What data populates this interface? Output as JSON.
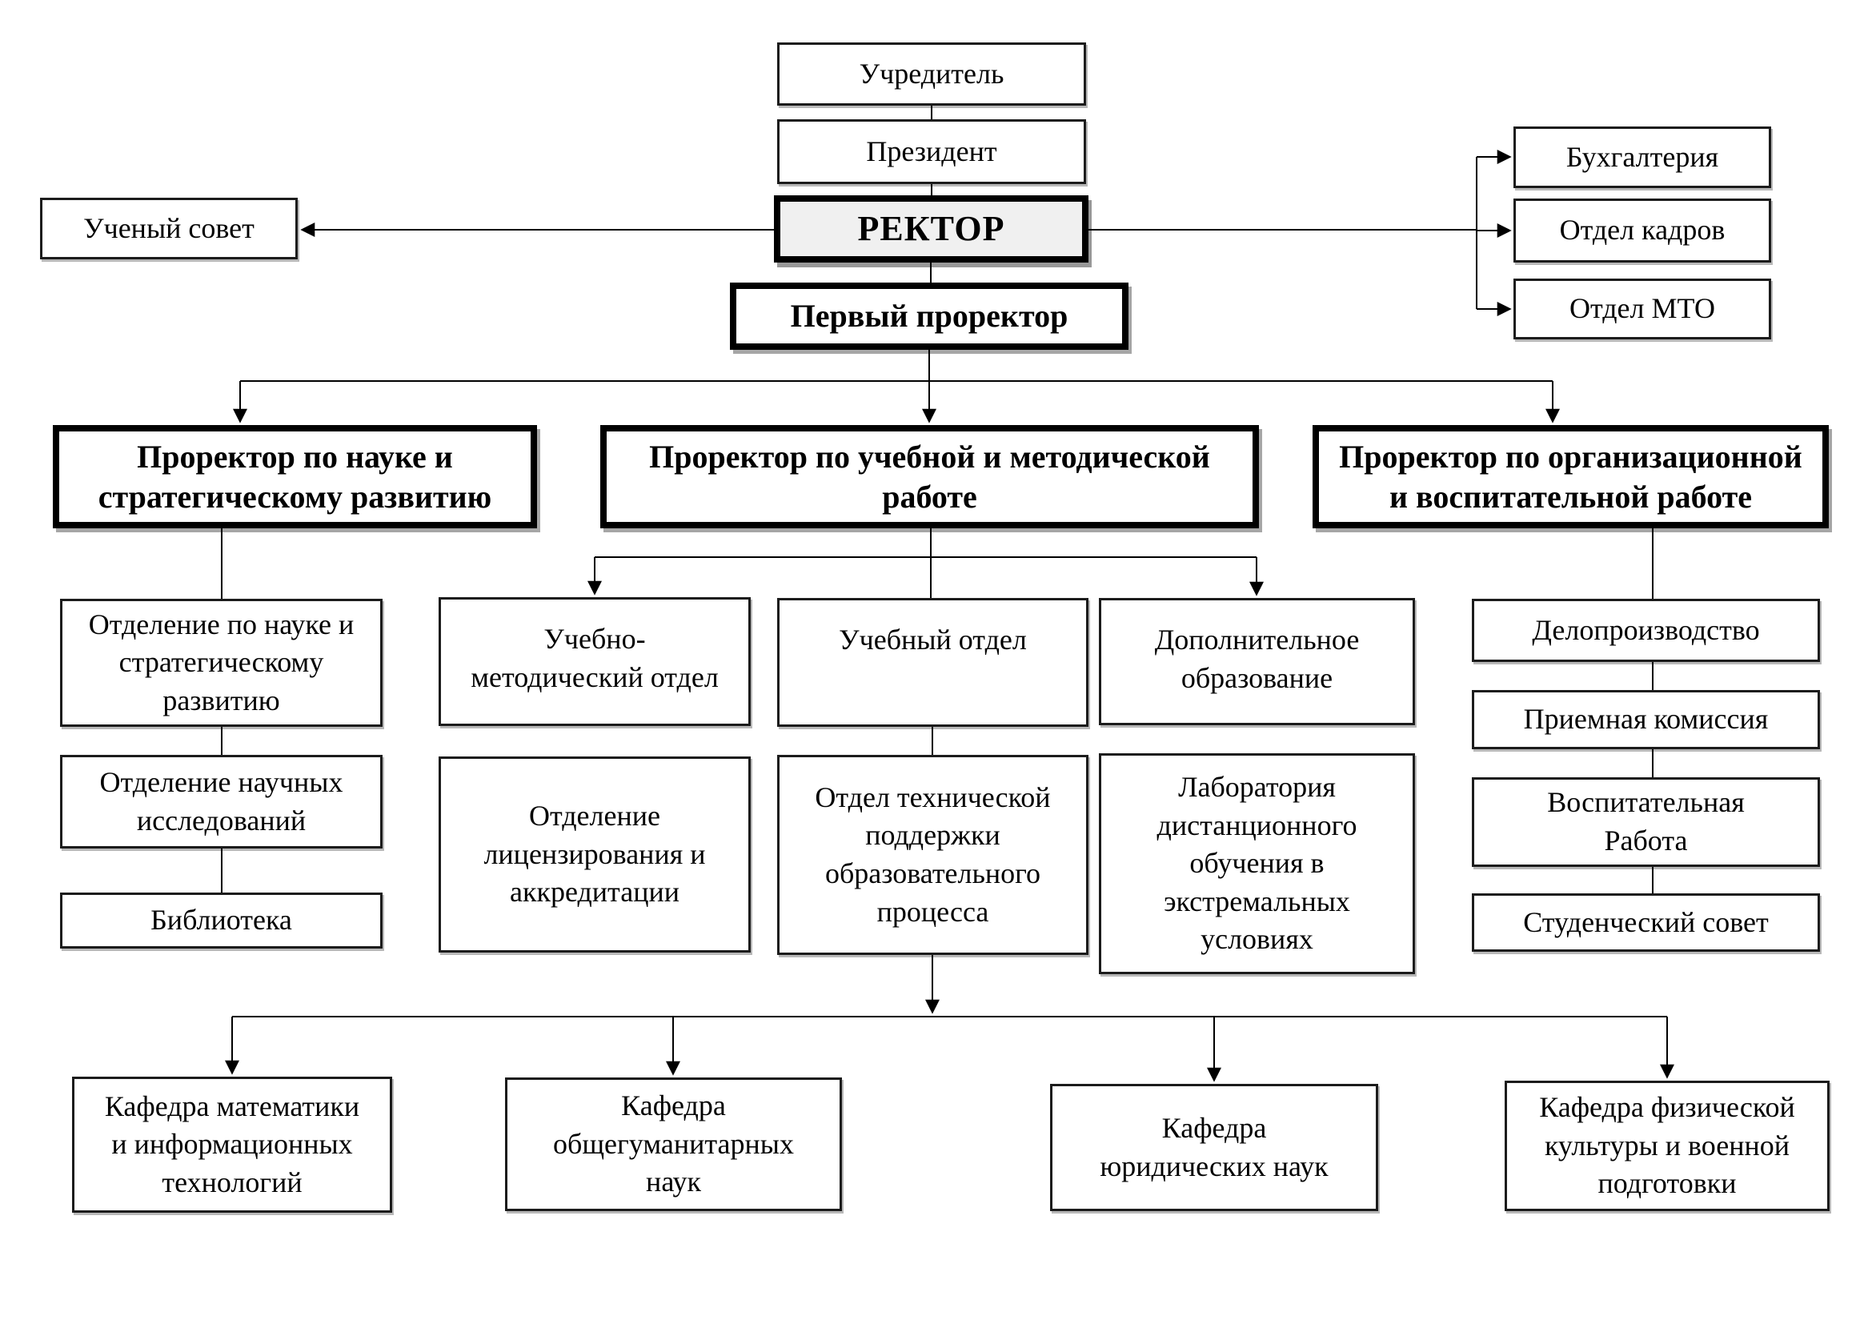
{
  "diagram": {
    "type": "org-chart",
    "language": "ru",
    "colors": {
      "background": "#ffffff",
      "box_fill": "#ffffff",
      "rector_fill": "#f0f0f0",
      "border": "#000000",
      "line": "#000000",
      "text": "#000000"
    },
    "nodes": {
      "ucheditel": {
        "label": "Учредитель",
        "emphasis": "normal"
      },
      "prezident": {
        "label": "Президент",
        "emphasis": "normal"
      },
      "rektor": {
        "label": "РЕКТОР",
        "emphasis": "bold-thick-gray"
      },
      "uchenyi_sovet": {
        "label": "Ученый совет",
        "emphasis": "normal"
      },
      "buhgalteria": {
        "label": "Бухгалтерия",
        "emphasis": "normal"
      },
      "otdel_kadrov": {
        "label": "Отдел кадров",
        "emphasis": "normal"
      },
      "otdel_mto": {
        "label": "Отдел МТО",
        "emphasis": "normal"
      },
      "pervyi_prorektor": {
        "label": "Первый проректор",
        "emphasis": "bold-thick"
      },
      "pror_nauka": {
        "label": "Проректор по науке и\nстратегическому развитию",
        "emphasis": "bold-thick"
      },
      "pror_ucheb": {
        "label": "Проректор по учебной и методической\nработе",
        "emphasis": "bold-thick"
      },
      "pror_org": {
        "label": "Проректор по организационной\nи воспитательной работе",
        "emphasis": "bold-thick"
      },
      "otd_nauke": {
        "label": "Отделение по науке и\nстратегическому\nразвитию",
        "emphasis": "normal"
      },
      "otd_nauchn": {
        "label": "Отделение научных\nисследований",
        "emphasis": "normal"
      },
      "biblioteka": {
        "label": "Библиотека",
        "emphasis": "normal"
      },
      "umo": {
        "label": "Учебно-\nметодический отдел",
        "emphasis": "normal"
      },
      "ucheb_otdel": {
        "label": "Учебный отдел",
        "emphasis": "normal"
      },
      "dop_obr": {
        "label": "Дополнительное\nобразование",
        "emphasis": "normal"
      },
      "otd_licenz": {
        "label": "Отделение\nлицензирования и\nаккредитации",
        "emphasis": "normal"
      },
      "otd_tech": {
        "label": "Отдел технической\nподдержки\nобразовательного\nпроцесса",
        "emphasis": "normal"
      },
      "lab_dist": {
        "label": "Лаборатория\nдистанционного\nобучения в\nэкстремальных\nусловиях",
        "emphasis": "normal"
      },
      "deloproizvodstvo": {
        "label": "Делопроизводство",
        "emphasis": "normal"
      },
      "priemnaya": {
        "label": "Приемная комиссия",
        "emphasis": "normal"
      },
      "vospit": {
        "label": "Воспитательная\nРабота",
        "emphasis": "normal"
      },
      "studsovet": {
        "label": "Студенческий совет",
        "emphasis": "normal"
      },
      "kaf_mat": {
        "label": "Кафедра математики\nи информационных\nтехнологий",
        "emphasis": "normal"
      },
      "kaf_gum": {
        "label": "Кафедра\nобщегуманитарных\nнаук",
        "emphasis": "normal"
      },
      "kaf_jur": {
        "label": "Кафедра\nюридических наук",
        "emphasis": "normal"
      },
      "kaf_fiz": {
        "label": "Кафедра физической\nкультуры и военной\nподготовки",
        "emphasis": "normal"
      }
    },
    "edges": [
      {
        "from": "ucheditel",
        "to": "prezident",
        "arrow": false
      },
      {
        "from": "prezident",
        "to": "rektor",
        "arrow": false
      },
      {
        "from": "rektor",
        "to": "uchenyi_sovet",
        "arrow": true
      },
      {
        "from": "rektor",
        "to": "buhgalteria",
        "arrow": true
      },
      {
        "from": "rektor",
        "to": "otdel_kadrov",
        "arrow": true
      },
      {
        "from": "rektor",
        "to": "otdel_mto",
        "arrow": true
      },
      {
        "from": "rektor",
        "to": "pervyi_prorektor",
        "arrow": false
      },
      {
        "from": "pervyi_prorektor",
        "to": "pror_nauka",
        "arrow": true
      },
      {
        "from": "pervyi_prorektor",
        "to": "pror_ucheb",
        "arrow": true
      },
      {
        "from": "pervyi_prorektor",
        "to": "pror_org",
        "arrow": true
      },
      {
        "from": "pror_nauka",
        "to": "otd_nauke",
        "arrow": false
      },
      {
        "from": "otd_nauke",
        "to": "otd_nauchn",
        "arrow": false
      },
      {
        "from": "otd_nauchn",
        "to": "biblioteka",
        "arrow": false
      },
      {
        "from": "pror_ucheb",
        "to": "umo",
        "arrow": true
      },
      {
        "from": "pror_ucheb",
        "to": "ucheb_otdel",
        "arrow": false
      },
      {
        "from": "pror_ucheb",
        "to": "dop_obr",
        "arrow": true
      },
      {
        "from": "ucheb_otdel",
        "to": "otd_tech",
        "arrow": false
      },
      {
        "from": "otd_tech",
        "to": "kaf_mat",
        "arrow": true
      },
      {
        "from": "otd_tech",
        "to": "kaf_gum",
        "arrow": true
      },
      {
        "from": "otd_tech",
        "to": "kaf_jur",
        "arrow": true
      },
      {
        "from": "otd_tech",
        "to": "kaf_fiz",
        "arrow": true
      },
      {
        "from": "pror_org",
        "to": "deloproizvodstvo",
        "arrow": false
      },
      {
        "from": "deloproizvodstvo",
        "to": "priemnaya",
        "arrow": false
      },
      {
        "from": "priemnaya",
        "to": "vospit",
        "arrow": false
      },
      {
        "from": "vospit",
        "to": "studsovet",
        "arrow": false
      }
    ]
  }
}
